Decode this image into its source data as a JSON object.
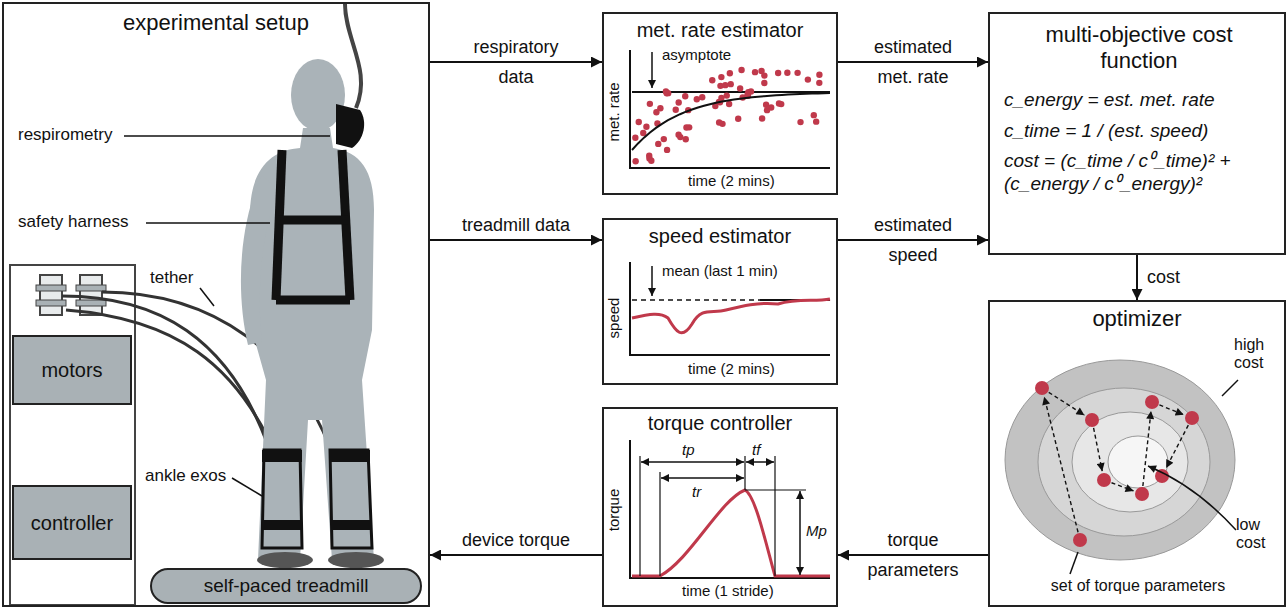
{
  "diagram": {
    "nodes": [
      {
        "text": [
          "experimental setup"
        ]
      },
      {
        "text": [
          "motors"
        ],
        "in": 0
      },
      {
        "text": [
          "controller"
        ],
        "in": 0
      },
      {
        "text": [
          "self-paced treadmill"
        ],
        "in": 0
      },
      {
        "text": [
          "met. rate estimator"
        ]
      },
      {
        "text": [
          "speed estimator"
        ]
      },
      {
        "text": [
          "torque controller"
        ]
      },
      {
        "text": [
          "multi-objective cost function",
          "c_energy = est. met. rate",
          "c_time = 1 / (est. speed)",
          "cost = (c_time / c⁰_time)² + (c_energy / c⁰_energy)²"
        ]
      },
      {
        "text": [
          "optimizer"
        ]
      }
    ],
    "edges": [
      {
        "from": 0,
        "to": 4,
        "label": "respiratory data",
        "arrow": "to"
      },
      {
        "from": 0,
        "to": 5,
        "label": "treadmill data",
        "arrow": "to"
      },
      {
        "from": 4,
        "to": 7,
        "label": "estimated met. rate",
        "arrow": "to"
      },
      {
        "from": 5,
        "to": 7,
        "label": "estimated speed",
        "arrow": "to"
      },
      {
        "from": 7,
        "to": 8,
        "label": "cost",
        "arrow": "to"
      },
      {
        "from": 8,
        "to": 6,
        "label": "torque parameters",
        "arrow": "to"
      },
      {
        "from": 6,
        "to": 0,
        "label": "device torque",
        "arrow": "to"
      }
    ],
    "labels": [
      "respirometry",
      "safety harness",
      "tether",
      "ankle exos",
      "asymptote",
      "met. rate",
      "time (2 mins)",
      "mean (last 1 min)",
      "speed",
      "time (2 mins)",
      "tp",
      "tr",
      "tf",
      "Mp",
      "torque",
      "time (1 stride)",
      "high cost",
      "low cost",
      "set of torque parameters"
    ]
  }
}
